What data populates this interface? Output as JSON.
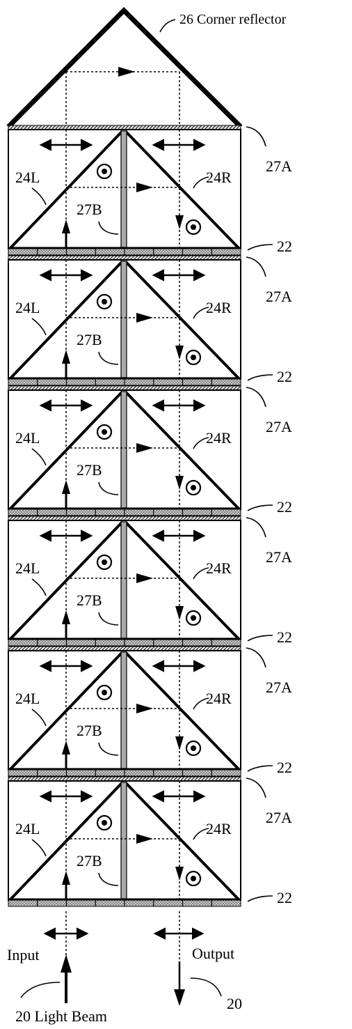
{
  "labels": {
    "corner_reflector": "26 Corner reflector",
    "left_mirror": "24L",
    "right_mirror": "24R",
    "plate_a": "27A",
    "plate_b": "27B",
    "separator": "22",
    "input": "Input",
    "output": "Output",
    "light_beam": "20 Light Beam",
    "output_ref": "20"
  },
  "stage_count": 6,
  "colors": {
    "ink": "#000000",
    "plate_fill": "#b5b5b5",
    "hatch_fill": "#9a9a9a"
  }
}
